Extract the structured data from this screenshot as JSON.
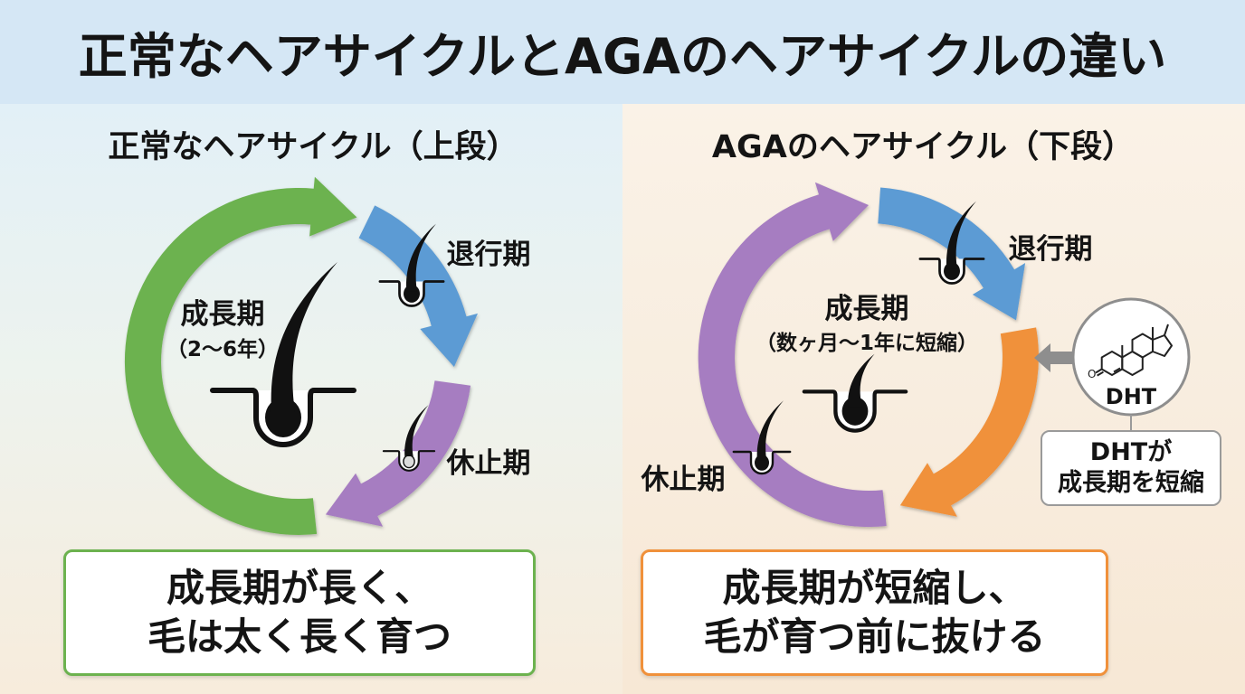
{
  "title": "正常なヘアサイクルとAGAのヘアサイクルの違い",
  "normal_cycle": {
    "heading": "正常なヘアサイクル（上段）",
    "anagen": {
      "label": "成長期",
      "duration": "（2〜6年）"
    },
    "catagen": {
      "label": "退行期"
    },
    "telogen": {
      "label": "休止期"
    },
    "summary": [
      "成長期が長く、",
      "毛は太く長く育つ"
    ]
  },
  "aga_cycle": {
    "heading": "AGAのヘアサイクル（下段）",
    "anagen": {
      "label": "成長期",
      "duration": "（数ヶ月〜1年に短縮）"
    },
    "catagen": {
      "label": "退行期"
    },
    "telogen": {
      "label": "休止期"
    },
    "dht": {
      "label": "DHT",
      "atom_label": "O",
      "callout": [
        "DHTが",
        "成長期を短縮"
      ]
    },
    "summary": [
      "成長期が短縮し、",
      "毛が育つ前に抜ける"
    ]
  },
  "colors": {
    "title_band": "#d5e7f5",
    "anagen_normal": "#6cb24f",
    "catagen": "#5b9bd4",
    "telogen": "#a67dc1",
    "anagen_aga": "#f0913b",
    "summary_border_normal": "#6cb24f",
    "summary_border_aga": "#f0913b",
    "dht_gray": "#8e8e8e"
  },
  "icons": {
    "hair": "hair-follicle-icon",
    "molecule": "dht-molecule-icon",
    "inhibit_arrow": "arrow-left-icon"
  }
}
